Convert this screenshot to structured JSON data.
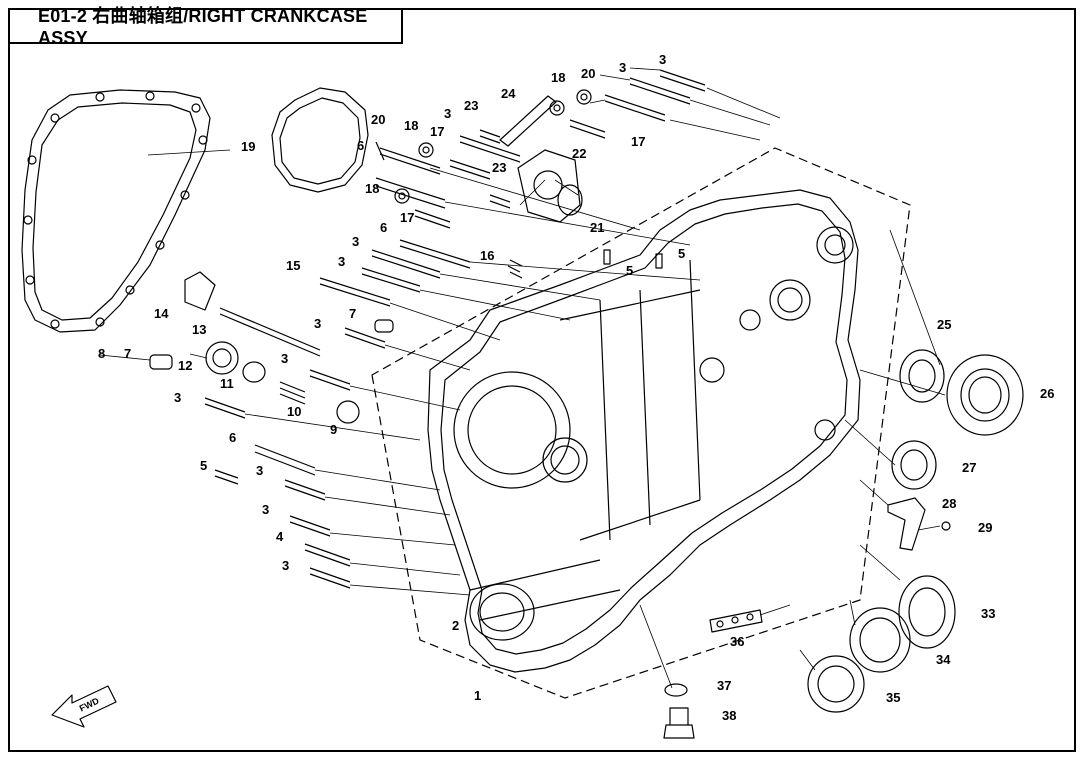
{
  "title": "E01-2 右曲轴箱组/RIGHT CRANKCASE ASSY",
  "direction_label": "FWD",
  "callouts": [
    "1",
    "2",
    "3",
    "4",
    "5",
    "6",
    "7",
    "8",
    "9",
    "10",
    "11",
    "12",
    "13",
    "14",
    "15",
    "16",
    "17",
    "18",
    "19",
    "20",
    "21",
    "22",
    "23",
    "24",
    "25",
    "26",
    "27",
    "28",
    "29",
    "33",
    "34",
    "35",
    "36",
    "37",
    "38"
  ]
}
